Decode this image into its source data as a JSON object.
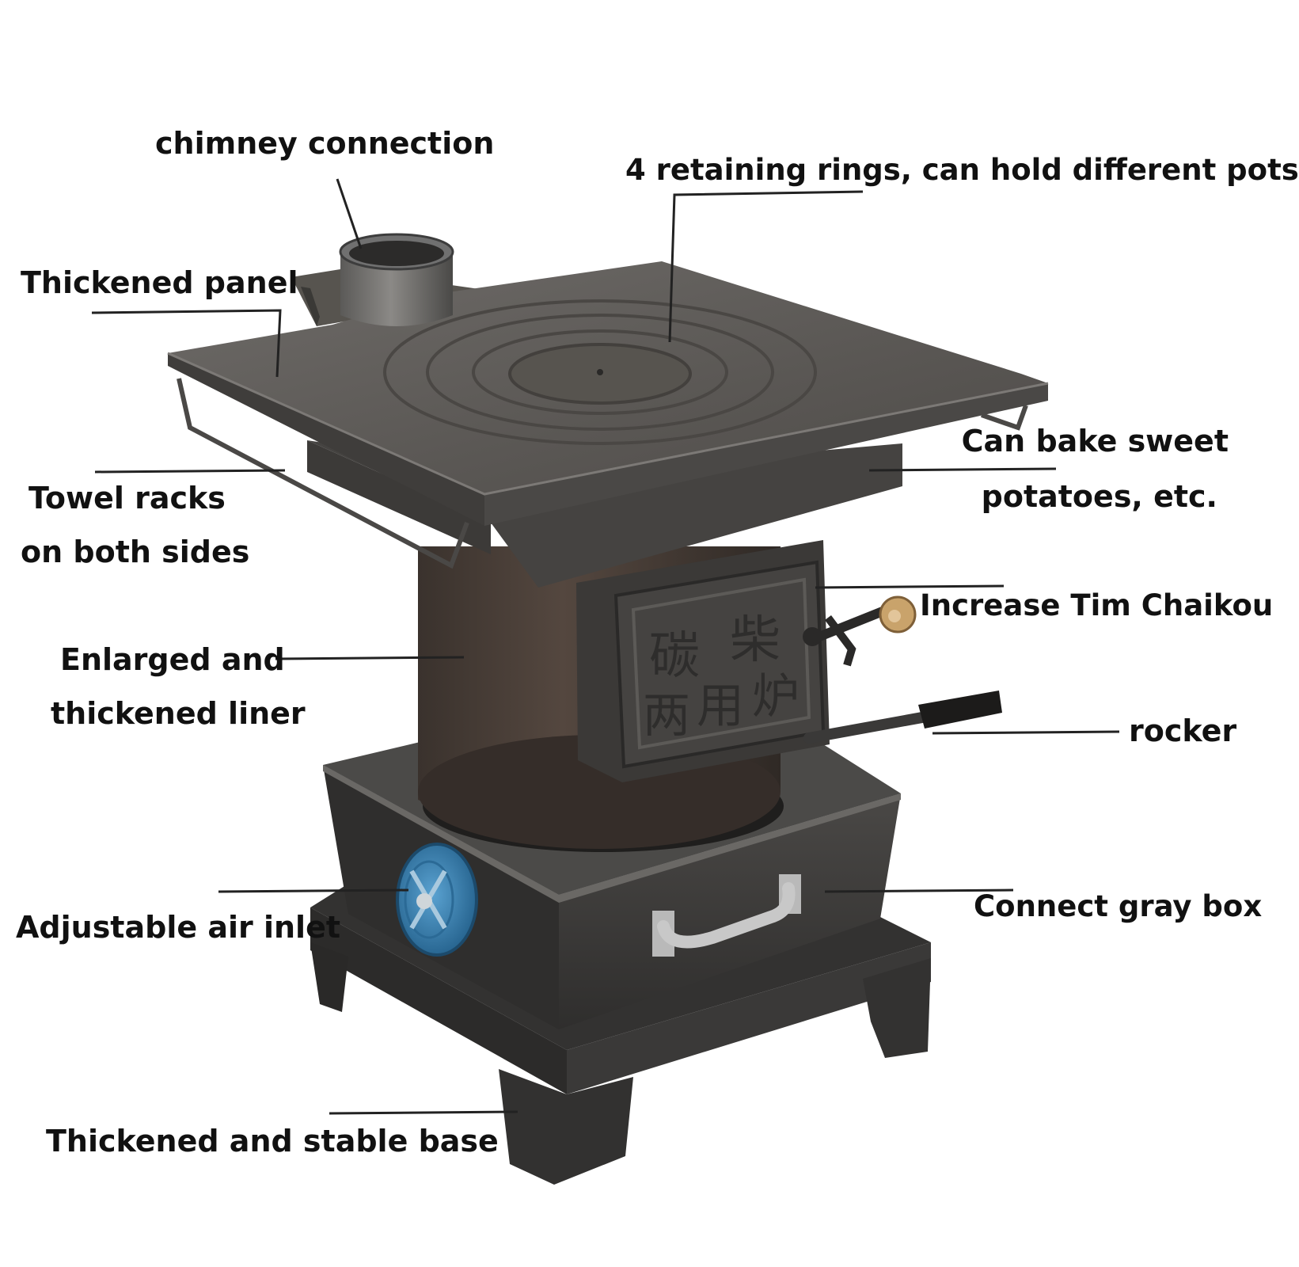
{
  "labels": {
    "chimney_connection": "chimney connection",
    "retaining_rings": "4 retaining rings, can hold different pots",
    "thickened_panel": "Thickened panel",
    "towel_racks_line1": "Towel racks",
    "towel_racks_line2": "on both sides",
    "bake_line1": "Can bake sweet",
    "bake_line2": "potatoes, etc.",
    "increase": "Increase Tim Chaikou",
    "liner_line1": "Enlarged and",
    "liner_line2": "thickened liner",
    "rocker": "rocker",
    "air_inlet": "Adjustable air inlet",
    "gray_box": "Connect gray box",
    "base": "Thickened and stable base"
  },
  "colors": {
    "text": "#111111",
    "leader": "#222222",
    "steel_top": "#5d5a57",
    "steel_dark": "#3b3937",
    "liner": "#4a3f39",
    "air_inlet": "#3d86b8",
    "handle": "#b9b9b9",
    "valve": "#c9a36b"
  },
  "icons": {
    "stove": "wood-stove-illustration",
    "air_inlet": "round-air-inlet-knob-icon",
    "handle": "drawer-handle-icon"
  }
}
